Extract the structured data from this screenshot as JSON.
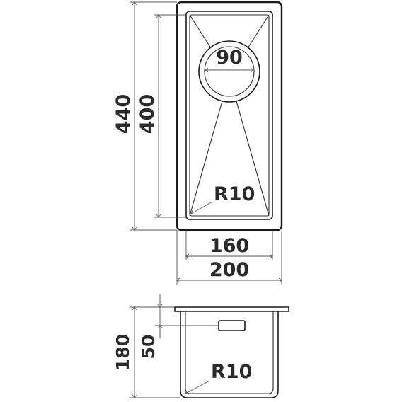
{
  "top_view": {
    "total_height": "440",
    "inner_height": "400",
    "drain_diameter": "90",
    "corner_radius": "R10",
    "inner_width": "160",
    "total_width": "200"
  },
  "side_view": {
    "total_depth": "180",
    "flange_depth": "50",
    "corner_radius": "R10"
  },
  "colors": {
    "line": "#1a1a1a",
    "dimension": "#555555",
    "text": "#2a2a2a"
  }
}
